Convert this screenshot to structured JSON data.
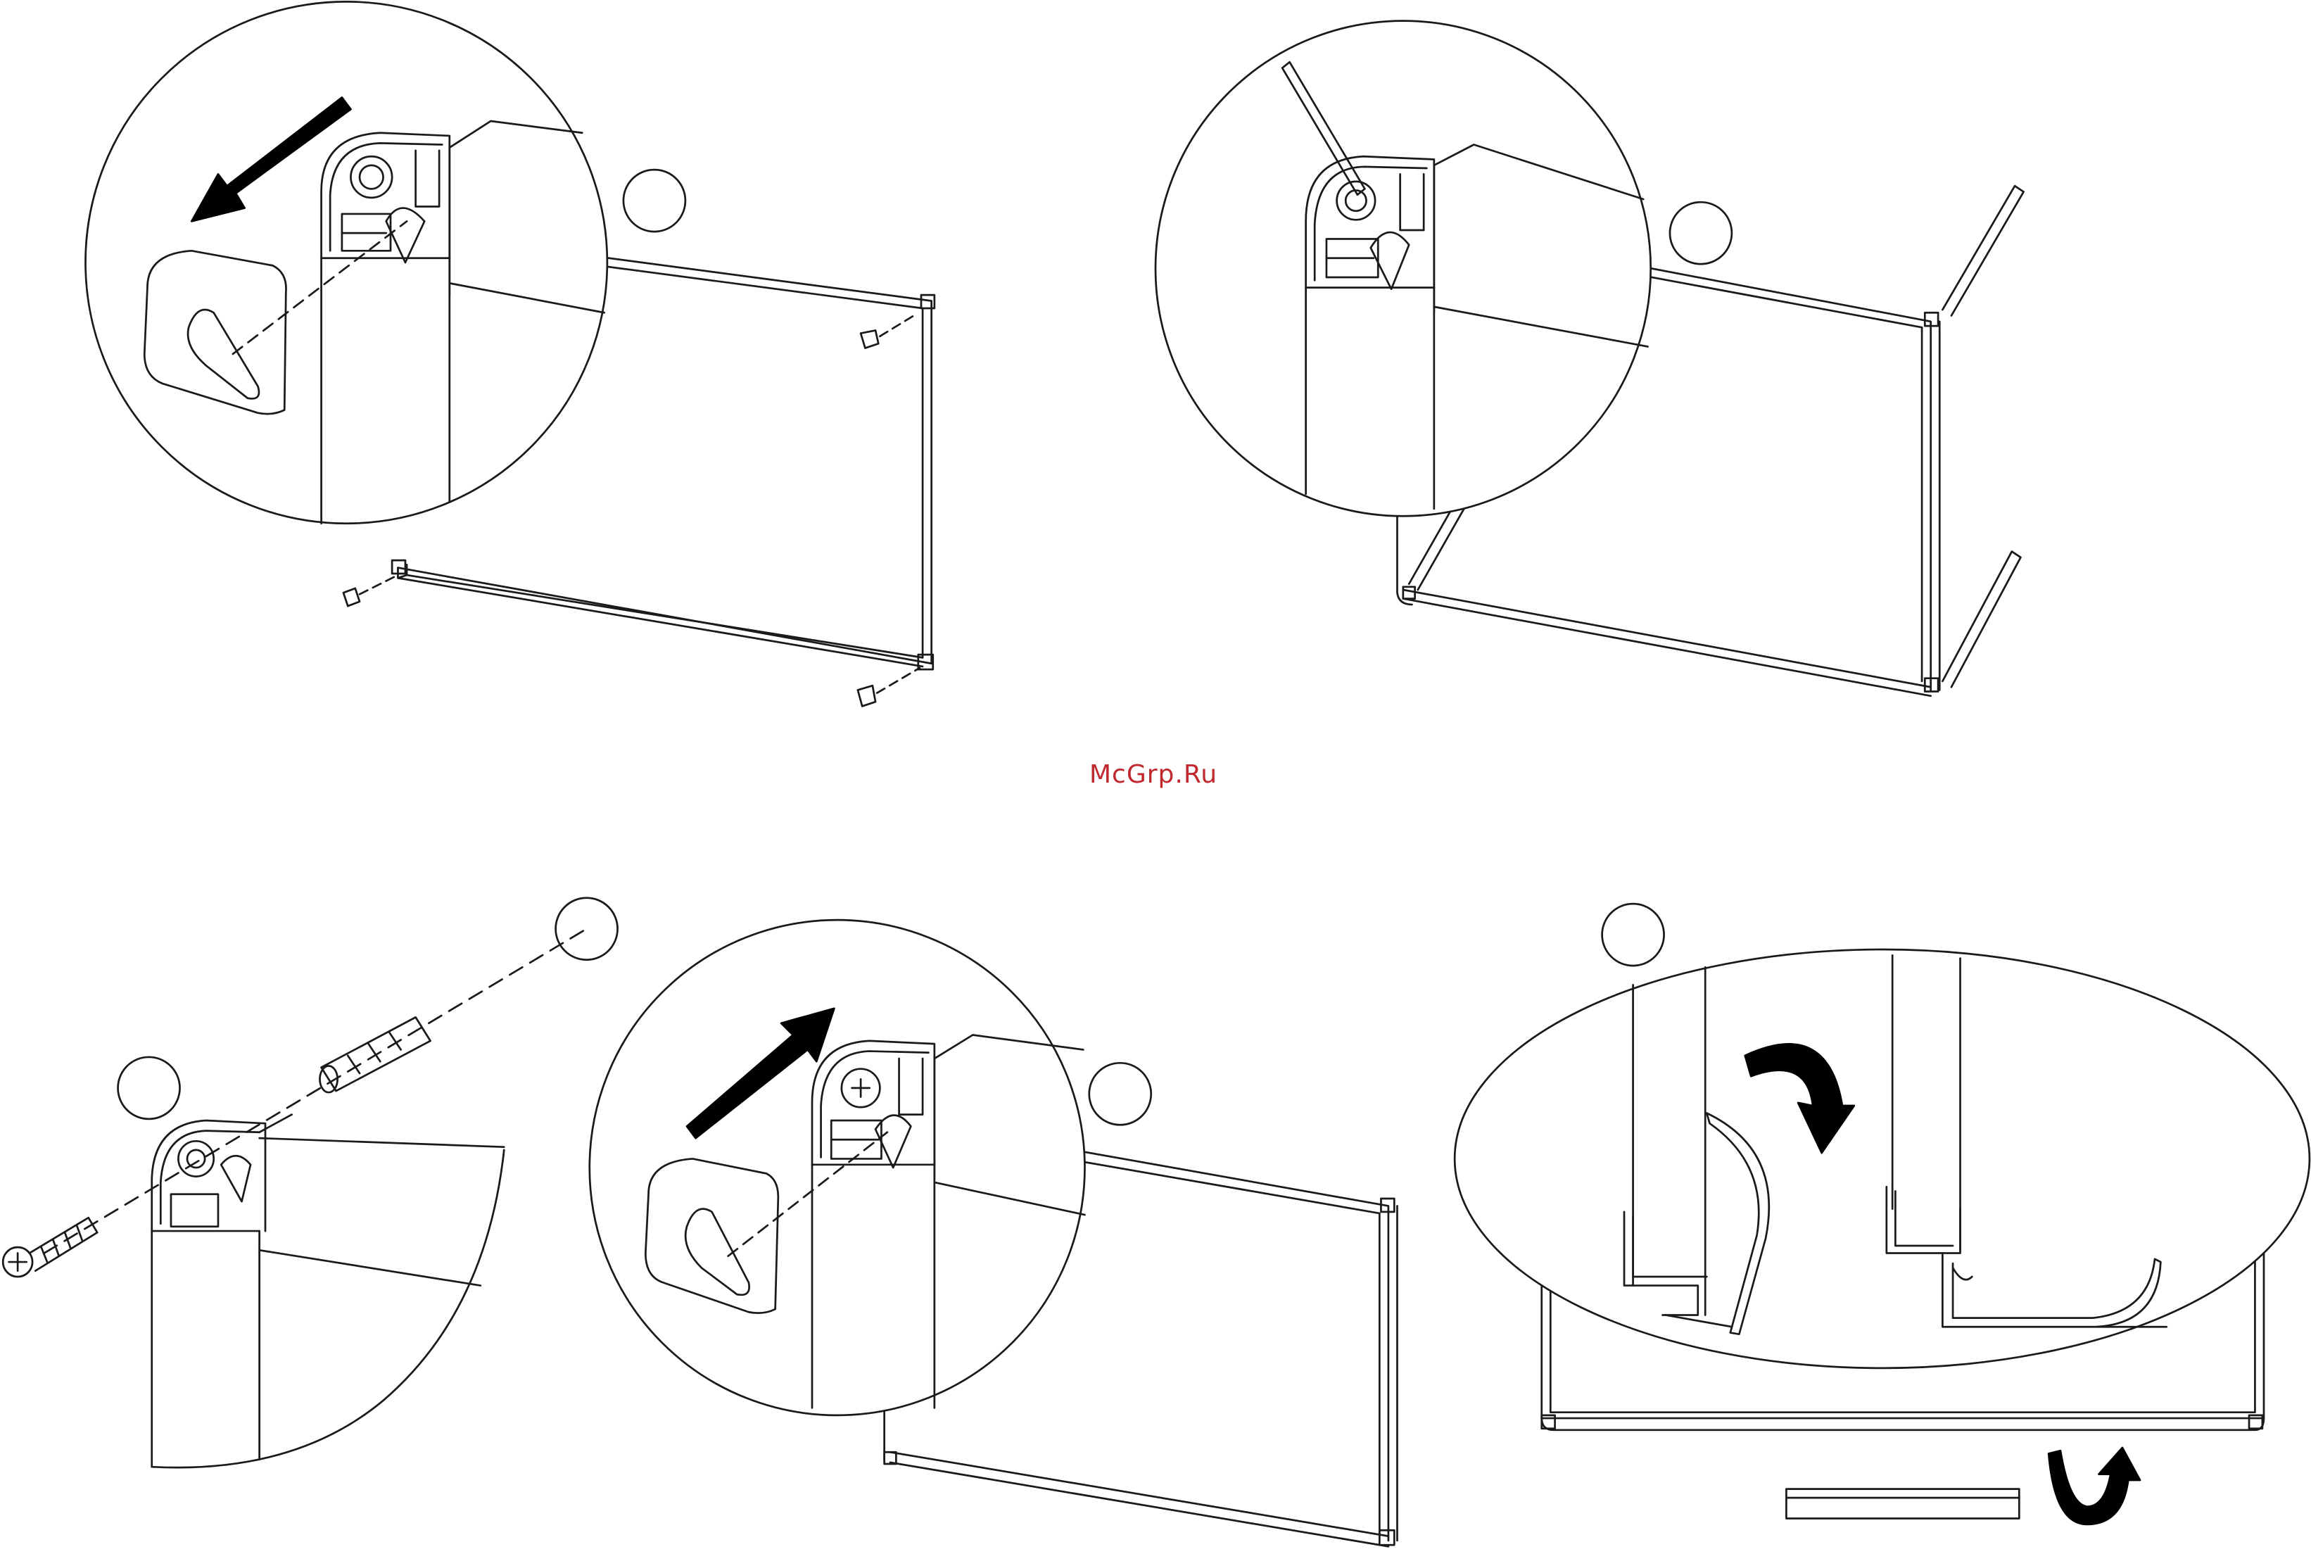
{
  "watermark": {
    "text": "McGrp.Ru",
    "color": "#c0282d"
  },
  "colors": {
    "line": "#1a1a1a",
    "fill": "#000000",
    "background": "#ffffff"
  },
  "steps": [
    {
      "panel": "top-left",
      "description_icon": "hook-slide-arrow"
    },
    {
      "panel": "top-right",
      "description_icon": "pry-tool"
    },
    {
      "panel": "bottom-left",
      "description_icon": "screw-and-dowel"
    },
    {
      "panel": "bottom-middle",
      "description_icon": "hook-insert-arrow"
    },
    {
      "panel": "bottom-right",
      "description_icon": "rotate-arrow"
    }
  ]
}
